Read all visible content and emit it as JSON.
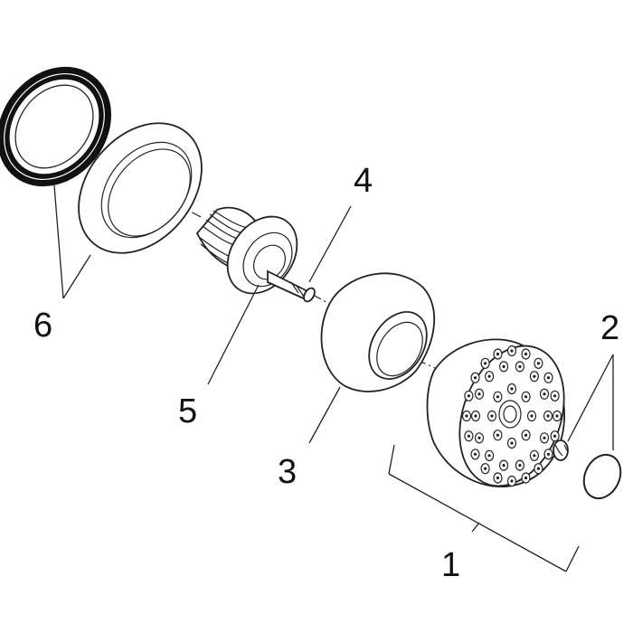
{
  "diagram": {
    "callouts": [
      {
        "id": "1",
        "label": "1"
      },
      {
        "id": "2",
        "label": "2"
      },
      {
        "id": "3",
        "label": "3"
      },
      {
        "id": "4",
        "label": "4"
      },
      {
        "id": "5",
        "label": "5"
      },
      {
        "id": "6",
        "label": "6"
      }
    ]
  },
  "colors": {
    "line": "#222222",
    "fill": "#ffffff",
    "seal": "#111111"
  }
}
